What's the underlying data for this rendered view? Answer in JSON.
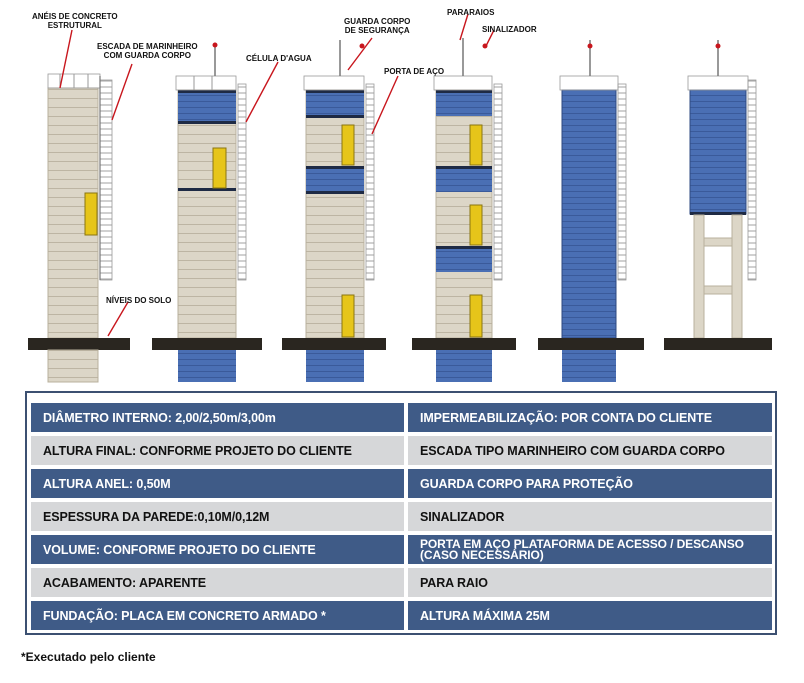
{
  "callouts": {
    "rings": "ANÉIS DE CONCRETO\nESTRUTURAL",
    "ladder": "ESCADA DE MARINHEIRO\nCOM GUARDA CORPO",
    "cell": "CÉLULA D'AGUA",
    "guardrail": "GUARDA CORPO\nDE SEGURANÇA",
    "door": "PORTA DE AÇO",
    "lightning": "PARARAIOS",
    "signal": "SINALIZADOR",
    "ground": "NÍVEIS DO SOLO"
  },
  "specs": {
    "left": [
      "DIÂMETRO INTERNO: 2,00/2,50m/3,00m",
      "ALTURA FINAL: CONFORME PROJETO DO CLIENTE",
      "ALTURA ANEL: 0,50M",
      "ESPESSURA DA PAREDE:0,10M/0,12M",
      "VOLUME: CONFORME PROJETO DO CLIENTE",
      "ACABAMENTO: APARENTE",
      "FUNDAÇÃO: PLACA EM CONCRETO ARMADO *"
    ],
    "right": [
      "IMPERMEABILIZAÇÃO: POR CONTA DO CLIENTE",
      "ESCADA TIPO MARINHEIRO COM GUARDA CORPO",
      "GUARDA CORPO PARA PROTEÇÃO",
      "SINALIZADOR",
      "PORTA EM AÇO PLATAFORMA DE ACESSO / DESCANSO (CASO NECESSÁRIO)",
      "PARA RAIO",
      "ALTURA MÁXIMA 25M"
    ]
  },
  "footnote": "*Executado pelo cliente",
  "colors": {
    "concrete": "#dcd6c7",
    "blue_cell": "#4a6fb4",
    "door": "#e6c51a",
    "slab": "#2a2620",
    "row_dark": "#3f5b87",
    "row_light": "#d6d7d9",
    "signal_light": "#c8161d"
  }
}
